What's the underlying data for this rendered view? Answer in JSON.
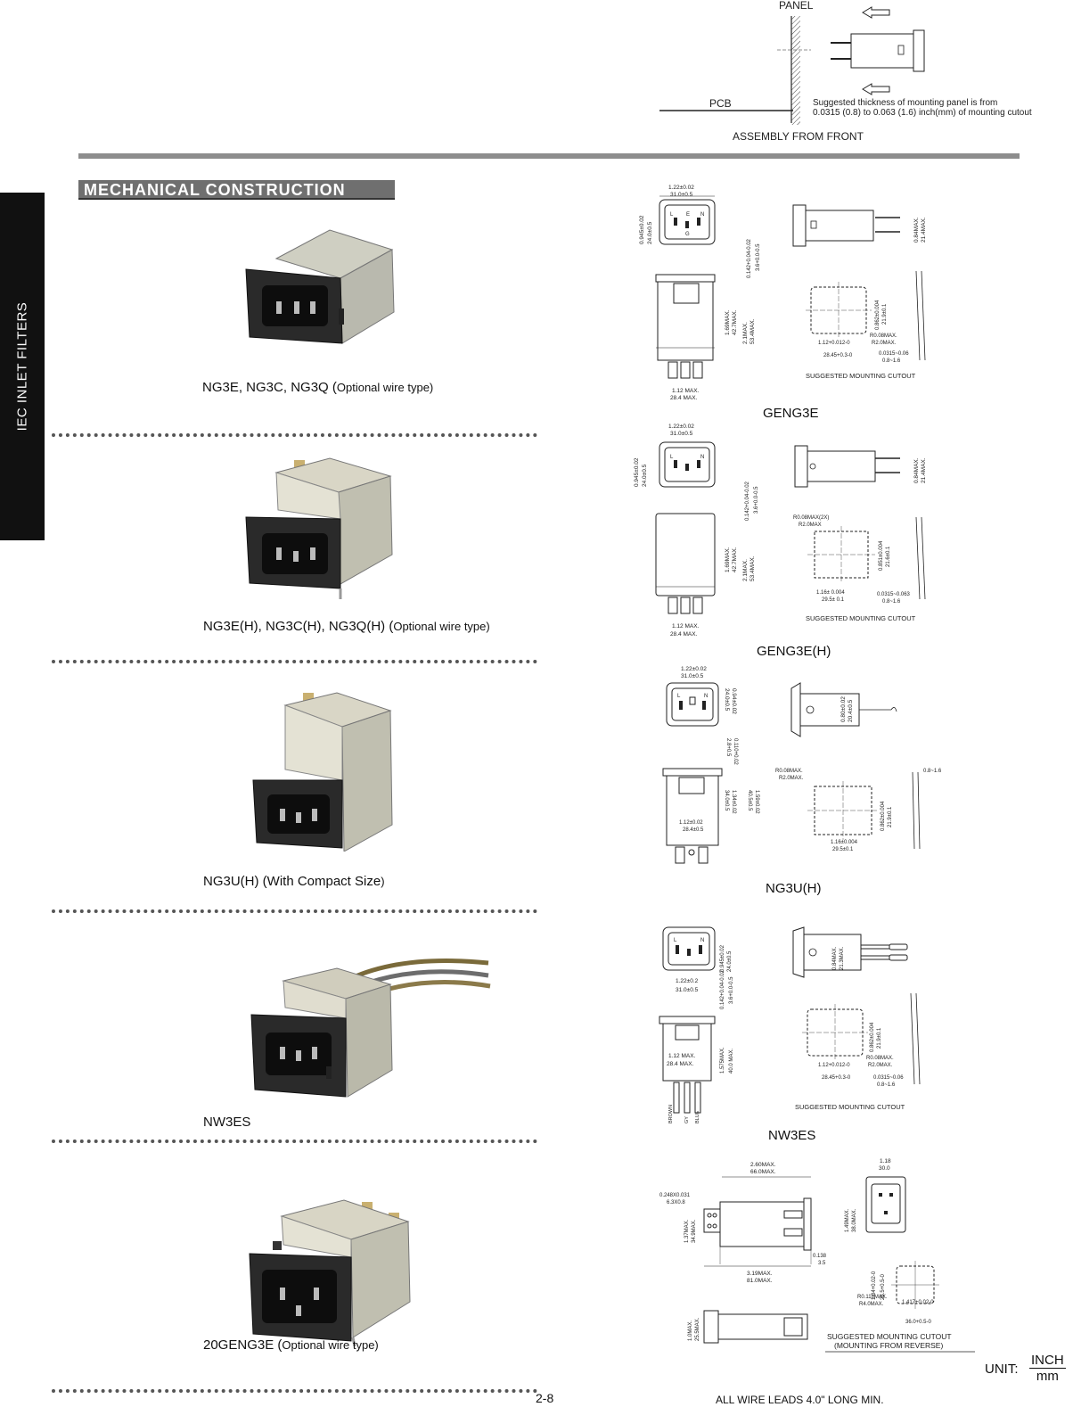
{
  "assembly": {
    "panel": "PANEL",
    "pcb": "PCB",
    "note_line1": "Suggested thickness of mounting panel is from",
    "note_line2": "0.0315 (0.8) to 0.063 (1.6) inch(mm) of mounting cutout",
    "title": "ASSEMBLY FROM FRONT"
  },
  "sidebar": {
    "label": "IEC INLET FILTERS"
  },
  "section": {
    "title": "MECHANICAL CONSTRUCTION"
  },
  "products": [
    {
      "main": "NG3E, NG3C, NG3Q (",
      "sub": "Optional wire type)"
    },
    {
      "main": "NG3E(H), NG3C(H), NG3Q(H) (",
      "sub": "Optional wire type)"
    },
    {
      "main": "NG3U(H)  (With Compact Size",
      "sub": ")"
    },
    {
      "main": "NW3ES",
      "sub": ""
    },
    {
      "main": "20GENG3E (",
      "sub": "Optional wire type)"
    }
  ],
  "models": [
    "GENG3E",
    "GENG3E(H)",
    "NG3U(H)",
    "NW3ES"
  ],
  "dims": {
    "d1": {
      "top_w": "1.22±0.02",
      "top_w_mm": "31.0±0.5",
      "left_h": "0.945±0.02",
      "left_h_mm": "24.0±0.5",
      "pin": "0.142+0.04-0.02",
      "pin_mm": "3.6+0.0-0.5",
      "side_h": "0.84MAX.",
      "side_h_mm": "21.4MAX.",
      "h1": "1.69MAX.",
      "h1_mm": "42.7MAX.",
      "h2": "2.1MAX.",
      "h2_mm": "53.4MAX.",
      "bot_w": "1.12 MAX.",
      "bot_w_mm": "28.4 MAX.",
      "cut_h": "0.862±0.004",
      "cut_h_mm": "21.9±0.1",
      "cut_w": "1.12+0.012-0",
      "cut_w_mm": "28.45+0.3-0",
      "r1": "R0.08MAX.",
      "r2": "R2.0MAX.",
      "thk": "0.0315~0.06",
      "thk_mm": "0.8~1.6",
      "cutout": "SUGGESTED MOUNTING CUTOUT"
    },
    "d2": {
      "top_w": "1.22±0.02",
      "top_w_mm": "31.0±0.5",
      "left_h": "0.945±0.02",
      "left_h_mm": "24.0±0.5",
      "pin": "0.142+0.04-0.02",
      "pin_mm": "3.6+0.0-0.5",
      "side_h": "0.84MAX.",
      "side_h_mm": "21.4MAX.",
      "h1": "1.69MAX.",
      "h1_mm": "42.7MAX.",
      "h2": "2.1MAX.",
      "h2_mm": "53.4MAX.",
      "bot_w": "1.12 MAX.",
      "bot_w_mm": "28.4 MAX.",
      "r1": "R0.08MAX(2X)",
      "r2": "R2.0MAX",
      "cut_h": "0.851±0.004",
      "cut_h_mm": "21.6±0.1",
      "cut_w": "1.16± 0.004",
      "cut_w_mm": "29.5± 0.1",
      "thk": "0.0315~0.063",
      "thk_mm": "0.8~1.6",
      "cutout": "SUGGESTED MOUNTING CUTOUT"
    },
    "d3": {
      "top_w": "1.22±0.02",
      "top_w_mm": "31.0±0.5",
      "left_h": "0.94±0.02",
      "left_h_mm": "24.0±0.5",
      "side_h": "0.80±0.02",
      "side_h_mm": "20.4±0.5",
      "pin": "0.110+0.02",
      "pin_mm": "2.8+0.5",
      "r1": "R0.08MAX.",
      "r2": "R2.0MAX.",
      "thk_mm": "0.8~1.6",
      "bot_w": "1.12±0.02",
      "bot_w_mm": "28.4±0.5",
      "h1": "1.34±0.02",
      "h1_mm": "34.0±0.5",
      "h2": "1.59±0.02",
      "h2_mm": "40.5±0.5",
      "cut_h": "0.862±0.004",
      "cut_h_mm": "21.9±0.1",
      "cut_w": "1.16±0.004",
      "cut_w_mm": "29.5±0.1"
    },
    "d4": {
      "left_h": "0.945±0.02",
      "left_h_mm": "24.0±0.5",
      "top_w": "1.22±0.2",
      "top_w_mm": "31.0±0.5",
      "pin": "0.142+0.04-0.02",
      "pin_mm": "3.6+0.0-0.5",
      "side_h": "0.84MAX.",
      "side_h_mm": "21.3MAX.",
      "bot_w": "1.12 MAX.",
      "bot_w_mm": "28.4 MAX.",
      "h1": "1.575MAX.",
      "h1_mm": "40.0 MAX.",
      "w1": "BROWN",
      "w2": "GY",
      "w3": "BLUE",
      "cut_h": "0.862±0.004",
      "cut_h_mm": "21.9±0.1",
      "cut_w": "1.12+0.012-0",
      "cut_w_mm": "28.45+0.3-0",
      "r1": "R0.08MAX.",
      "r2": "R2.0MAX.",
      "thk": "0.0315~0.06",
      "thk_mm": "0.8~1.6",
      "cutout": "SUGGESTED MOUNTING CUTOUT"
    },
    "d5": {
      "top_w": "2.60MAX.",
      "top_w_mm": "66.0MAX.",
      "tab": "0.248X0.031",
      "tab_mm": "6.3X0.8",
      "h1": "1.37MAX.",
      "h1_mm": "34.9MAX.",
      "face_w": "1.18",
      "face_w_mm": "30.0",
      "face_h": "1.49MAX.",
      "face_h_mm": "38.0MAX.",
      "off": "0.138",
      "off_mm": "3.5",
      "len": "3.19MAX.",
      "len_mm": "81.0MAX.",
      "cut_h": "1.04+0.02-0",
      "cut_h_mm": "26.5+0.5-0",
      "r1": "R0.118MAX.",
      "r2": "R4.0MAX.",
      "cut_w": "1.417+0.02-0",
      "cut_w_mm": "36.0+0.5-0",
      "bh": "1.0MAX.",
      "bh_mm": "25.5MAX.",
      "cutout1": "SUGGESTED MOUNTING CUTOUT",
      "cutout2": "(MOUNTING FROM REVERSE)"
    }
  },
  "unit": {
    "label": "UNIT:",
    "num": "INCH",
    "den": "mm"
  },
  "footer": {
    "page": "2-8",
    "note": "ALL WIRE LEADS 4.0\" LONG MIN."
  }
}
